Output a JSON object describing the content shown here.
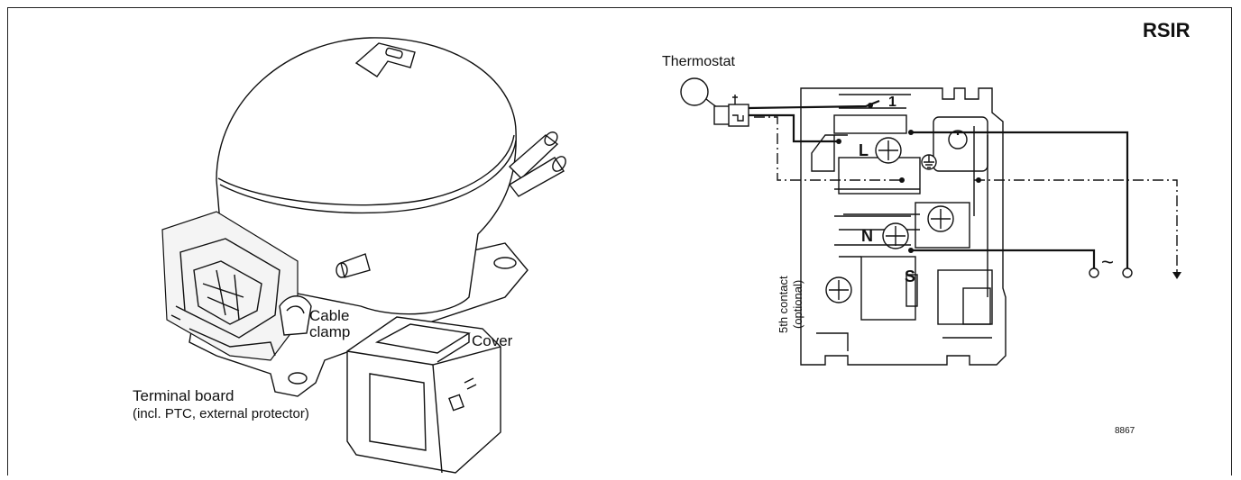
{
  "labels": {
    "title": "RSIR",
    "thermostat": "Thermostat",
    "cable_clamp_line1": "Cable",
    "cable_clamp_line2": "clamp",
    "cover": "Cover",
    "terminal_board_line1": "Terminal board",
    "terminal_board_line2": "(incl. PTC, external protector)",
    "fifth_contact_line1": "5th contact",
    "fifth_contact_line2": "(optional)",
    "terminal_1": "1",
    "terminal_L": "L",
    "terminal_N": "N",
    "terminal_S": "S",
    "ac_symbol": "~",
    "figure_number": "8867"
  }
}
